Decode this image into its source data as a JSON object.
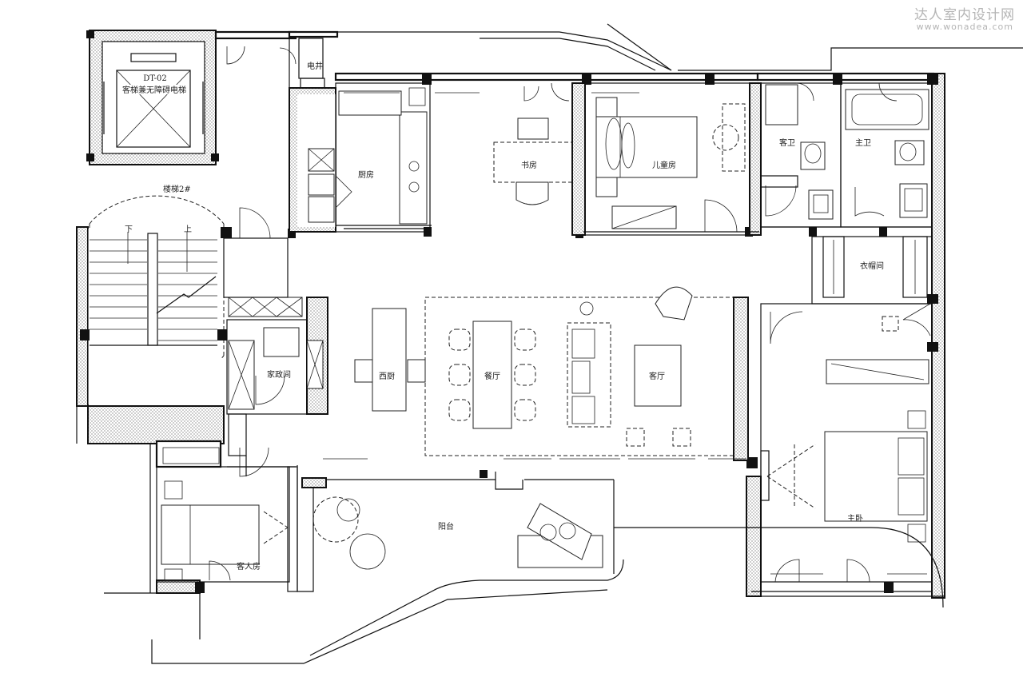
{
  "watermark": {
    "site_name": "达人室内设计网",
    "url": "www.wonadea.com"
  },
  "labels": {
    "elevator_code": "DT-02",
    "elevator": "客梯兼无障碍电梯",
    "stair": "楼梯2#",
    "stair_down": "下",
    "stair_up": "上",
    "electric_shaft": "电井",
    "kitchen": "厨房",
    "study": "书房",
    "kids_room": "儿童房",
    "guest_bath": "客卫",
    "master_bath": "主卫",
    "closet": "衣帽间",
    "housework": "家政间",
    "western_kitchen": "西厨",
    "dining": "餐厅",
    "living": "客厅",
    "balcony": "阳台",
    "master_bedroom": "主卧",
    "guest_room": "客人房"
  }
}
